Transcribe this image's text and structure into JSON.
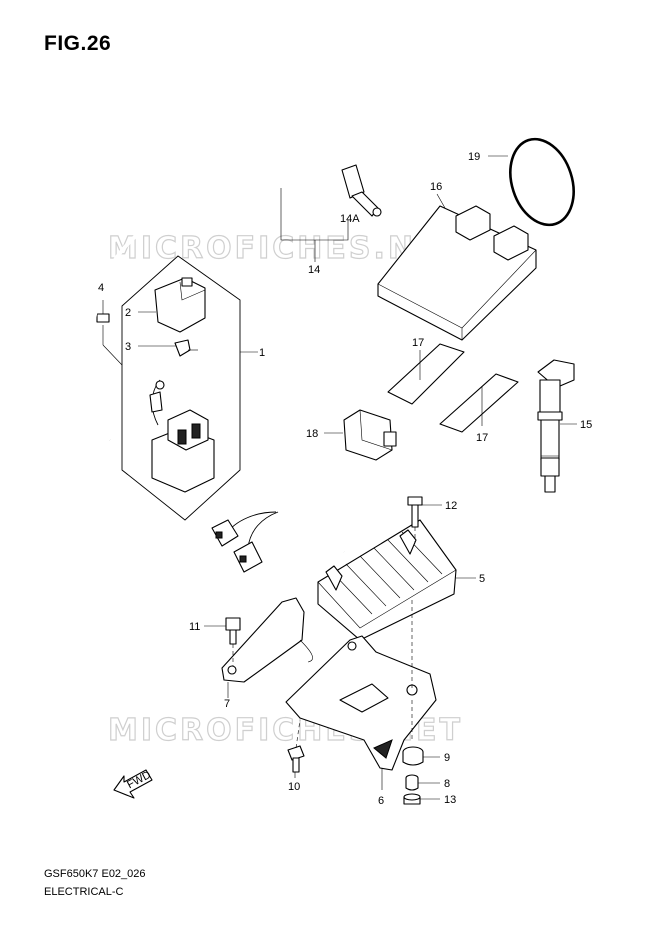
{
  "figure": {
    "title": "FIG.26",
    "model_code": "GSF650K7 E02_026",
    "section": "ELECTRICAL-C"
  },
  "watermark": "MICROFICHES.NET",
  "fwd_label": "FWD",
  "callouts": {
    "p1": "1",
    "p2": "2",
    "p3": "3",
    "p4": "4",
    "p5": "5",
    "p6": "6",
    "p7": "7",
    "p8": "8",
    "p9": "9",
    "p10": "10",
    "p11": "11",
    "p12": "12",
    "p13": "13",
    "p14": "14",
    "p14a": "14A",
    "p15": "15",
    "p16": "16",
    "p17a": "17",
    "p17b": "17",
    "p18": "18",
    "p19": "19"
  }
}
